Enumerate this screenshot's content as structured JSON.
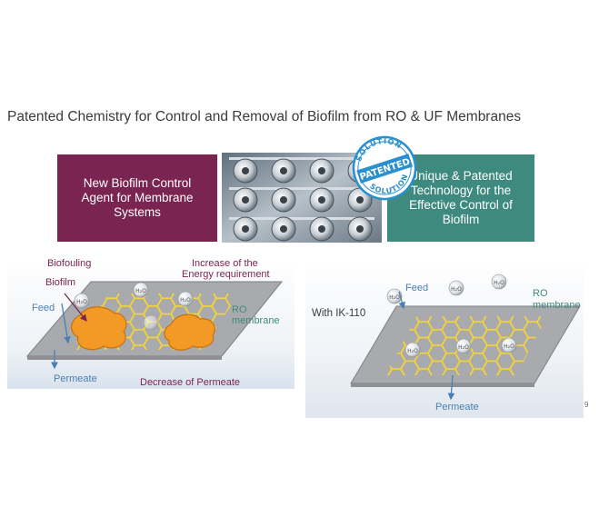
{
  "title": "Patented Chemistry for Control and Removal of Biofilm from RO & UF Membranes",
  "boxes": {
    "left": "New Biofilm Control Agent for Membrane Systems",
    "right": "Unique & Patented Technology for the Effective Control of Biofilm"
  },
  "seal": {
    "top": "SOLUTION",
    "middle": "PATENTED",
    "bottom": "SOLUTION"
  },
  "left_diagram": {
    "biofouling": "Biofouling",
    "biofilm": "Biofilm",
    "energy_line1": "Increase of the",
    "energy_line2": "Energy requirement",
    "feed": "Feed",
    "ro_line1": "RO",
    "ro_line2": "membrane",
    "permeate": "Permeate",
    "decrease": "Decrease of Permeate",
    "h2o": "H₂O"
  },
  "right_diagram": {
    "with": "With IK-110",
    "feed": "Feed",
    "ro_line1": "RO",
    "ro_line2": "membrane",
    "permeate": "Permeate",
    "h2o": "H₂O"
  },
  "page_number": "9",
  "colors": {
    "maroon": "#7a2551",
    "teal": "#3e8a7e",
    "blue_label": "#4a7fb5",
    "membrane": "#a9aaad",
    "honeycomb": "#f2d33a",
    "biofilm": "#f39a26"
  }
}
